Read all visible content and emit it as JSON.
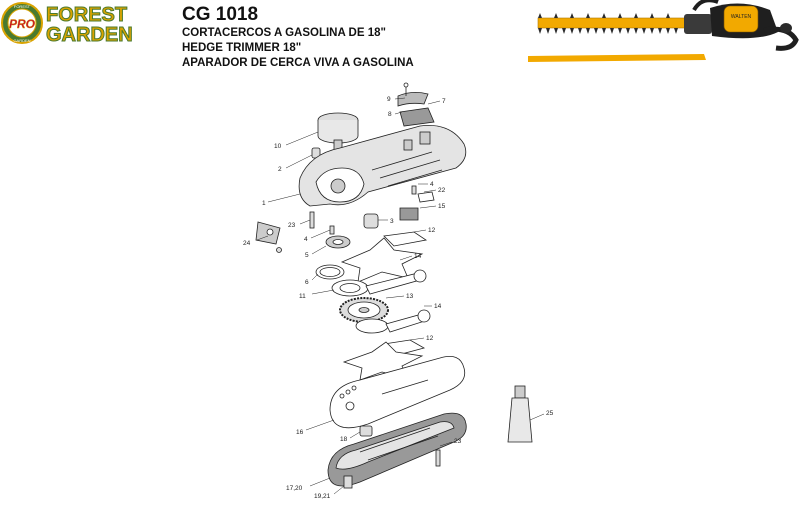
{
  "brand": {
    "badge": "PRO",
    "line1": "FOREST",
    "line2": "GARDEN",
    "ring_text": "FOREST",
    "ring_bottom": "GARDEN",
    "colors": {
      "green": "#4a7a2e",
      "gold": "#d9a300",
      "red": "#c8102e"
    }
  },
  "header": {
    "model": "CG 1018",
    "line_es": "CORTACERCOS A GASOLINA DE 18\"",
    "line_en": "HEDGE TRIMMER 18\"",
    "line_pt": "APARADOR DE CERCA VIVA A GASOLINA"
  },
  "product": {
    "brand_label": "WALTEN",
    "accent": "#f2a900"
  },
  "callouts": {
    "c9": "9",
    "c7": "7",
    "c8": "8",
    "c10": "10",
    "c2": "2",
    "c4a": "4",
    "c22": "22",
    "c1": "1",
    "c15": "15",
    "c23a": "23",
    "c3": "3",
    "c12a": "12",
    "c4b": "4",
    "c24": "24",
    "c5": "5",
    "c14a": "14",
    "c6": "6",
    "c11": "11",
    "c13": "13",
    "c14b": "14",
    "c12b": "12",
    "c25": "25",
    "c16": "16",
    "c18": "18",
    "c23b": "23",
    "c1720": "17,20",
    "c1921": "19,21"
  }
}
